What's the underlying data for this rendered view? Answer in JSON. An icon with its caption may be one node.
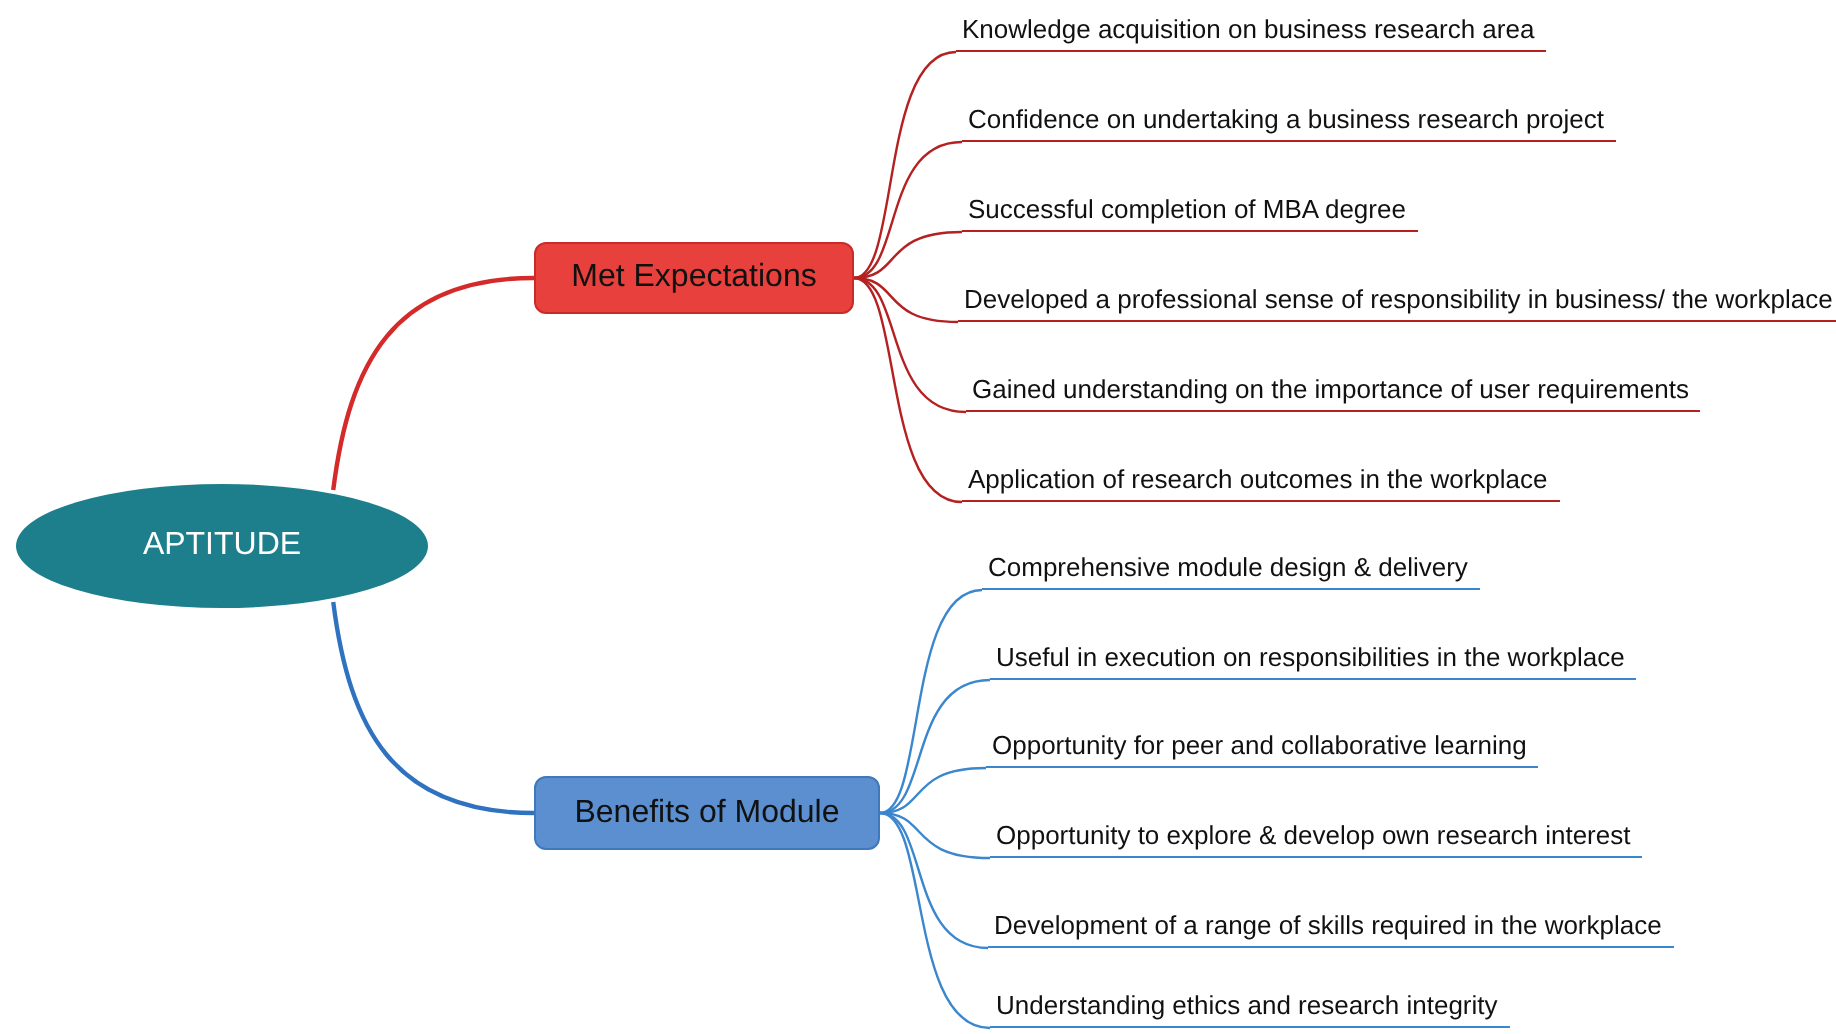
{
  "diagram": {
    "nodes": [
      {
        "text": [
          "APTITUDE"
        ]
      },
      {
        "text": [
          "Met Expectations"
        ]
      },
      {
        "text": [
          "Knowledge acquisition on business research area"
        ]
      },
      {
        "text": [
          "Confidence on undertaking a business research project"
        ]
      },
      {
        "text": [
          "Successful completion of MBA degree"
        ]
      },
      {
        "text": [
          "Developed a professional sense of responsibility in business/ the workplace"
        ]
      },
      {
        "text": [
          "Gained understanding on the importance of user requirements"
        ]
      },
      {
        "text": [
          "Application of research outcomes in the workplace"
        ]
      },
      {
        "text": [
          "Benefits of Module"
        ]
      },
      {
        "text": [
          "Comprehensive module design & delivery"
        ]
      },
      {
        "text": [
          "Useful in execution on responsibilities in the workplace"
        ]
      },
      {
        "text": [
          "Opportunity for peer and collaborative learning"
        ]
      },
      {
        "text": [
          "Opportunity to explore & develop own research interest"
        ]
      },
      {
        "text": [
          "Development of a range of skills required in the workplace"
        ]
      },
      {
        "text": [
          "Understanding ethics and research integrity"
        ]
      }
    ],
    "edges": [
      {
        "from": 0,
        "to": 1,
        "arrow": "none",
        "color": "#d42a2a"
      },
      {
        "from": 1,
        "to": 2,
        "arrow": "none",
        "color": "#b52020"
      },
      {
        "from": 1,
        "to": 3,
        "arrow": "none",
        "color": "#b52020"
      },
      {
        "from": 1,
        "to": 4,
        "arrow": "none",
        "color": "#b52020"
      },
      {
        "from": 1,
        "to": 5,
        "arrow": "none",
        "color": "#b52020"
      },
      {
        "from": 1,
        "to": 6,
        "arrow": "none",
        "color": "#b52020"
      },
      {
        "from": 1,
        "to": 7,
        "arrow": "none",
        "color": "#b52020"
      },
      {
        "from": 0,
        "to": 8,
        "arrow": "none",
        "color": "#2f72c0"
      },
      {
        "from": 8,
        "to": 9,
        "arrow": "none",
        "color": "#3a86cf"
      },
      {
        "from": 8,
        "to": 10,
        "arrow": "none",
        "color": "#3a86cf"
      },
      {
        "from": 8,
        "to": 11,
        "arrow": "none",
        "color": "#3a86cf"
      },
      {
        "from": 8,
        "to": 12,
        "arrow": "none",
        "color": "#3a86cf"
      },
      {
        "from": 8,
        "to": 13,
        "arrow": "none",
        "color": "#3a86cf"
      },
      {
        "from": 8,
        "to": 14,
        "arrow": "none",
        "color": "#3a86cf"
      }
    ]
  }
}
